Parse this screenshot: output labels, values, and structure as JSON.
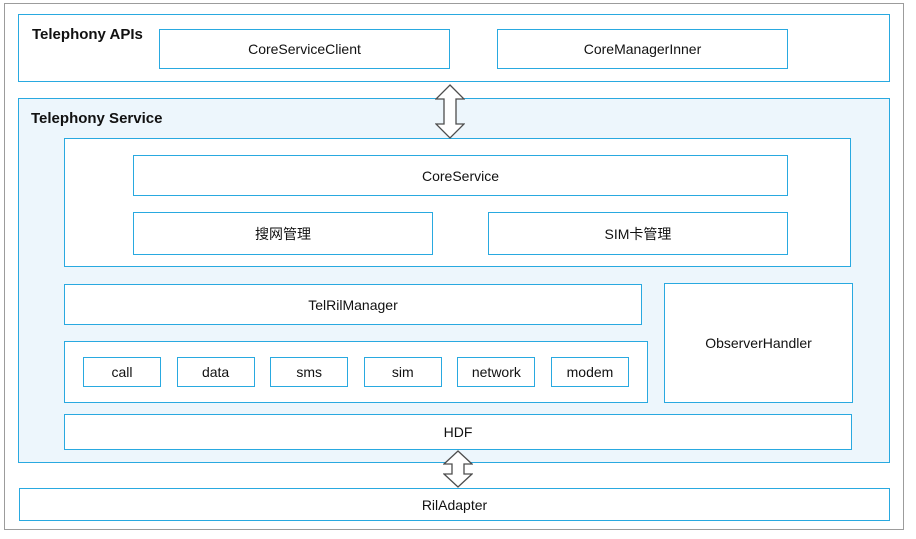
{
  "colors": {
    "accent_border": "#29a9e0",
    "service_section_fill": "#edf6fc",
    "frame_border": "#9c9c9c",
    "arrow_outline": "#4d4d4d",
    "text": "#111111"
  },
  "apis_section": {
    "title": "Telephony APIs",
    "core_service_client": "CoreServiceClient",
    "core_manager_inner": "CoreManagerInner"
  },
  "service_section": {
    "title": "Telephony Service",
    "core_service": "CoreService",
    "search_network_mgmt": "搜网管理",
    "sim_card_mgmt": "SIM卡管理",
    "tel_ril_manager": "TelRilManager",
    "observer_handler": "ObserverHandler",
    "ril_modules": [
      "call",
      "data",
      "sms",
      "sim",
      "network",
      "modem"
    ],
    "hdf": "HDF"
  },
  "adapter_section": {
    "ril_adapter": "RilAdapter"
  }
}
